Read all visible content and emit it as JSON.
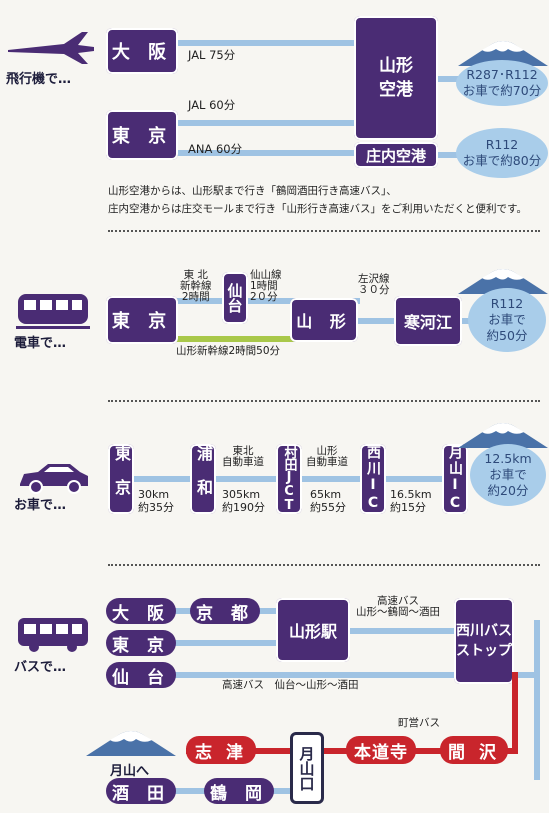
{
  "air": {
    "label": "飛行機で…",
    "osaka": "大 阪",
    "tokyo": "東 京",
    "airport": "山形\n空港",
    "shonai": "庄内空港",
    "jal75": "JAL 75分",
    "jal60": "JAL 60分",
    "ana60": "ANA 60分",
    "dest1_a": "R287･R112",
    "dest1_b": "お車で約70分",
    "dest2_a": "R112",
    "dest2_b": "お車で約80分",
    "note1": "山形空港からは、山形駅まで行き「鶴岡酒田行き高速バス」、",
    "note2": "庄内空港からは庄交モールまで行き「山形行き高速バス」をご利用いただくと便利です。"
  },
  "train": {
    "label": "電車で…",
    "tokyo": "東 京",
    "sendai": "仙台",
    "yamagata": "山 形",
    "sagae": "寒河江",
    "tohoku": "東 北\n新幹線\n2時間",
    "senzan": "仙山線\n1時間\n2０分",
    "aterazawa": "左沢線\n３０分",
    "shinkansen": "山形新幹線2時間50分",
    "dest_a": "R112",
    "dest_b": "お車で",
    "dest_c": "約50分"
  },
  "car": {
    "label": "お車で…",
    "tokyo": "東京",
    "urawa": "浦和",
    "muratajct": "村田JCT",
    "nishikawaic": "西川IC",
    "gassanic": "月山IC",
    "seg1": "30km\n約35分",
    "tohoku_exp": "東北\n自動車道",
    "seg2": "305km\n約190分",
    "yamagata_exp": "山形\n自動車道",
    "seg3": "65km\n約55分",
    "seg4": "16.5km\n約15分",
    "dest_a": "12.5km",
    "dest_b": "お車で",
    "dest_c": "約20分"
  },
  "bus": {
    "label": "バスで…",
    "osaka": "大 阪",
    "kyoto": "京 都",
    "tokyo": "東 京",
    "sendai": "仙 台",
    "yamagata_st": "山形駅",
    "nishikawa_stop": "西川バス\nストップ",
    "kosoku1": "高速バス\n山形～鶴岡～酒田",
    "kosoku2": "高速バス　仙台～山形～酒田",
    "choei": "町営バス",
    "hazawa": "間 沢",
    "hondoji": "本道寺",
    "gassanguchi": "月山口",
    "shizu": "志 津",
    "gassan_he": "月山へ",
    "sakata": "酒 田",
    "tsuruoka": "鶴 岡"
  }
}
